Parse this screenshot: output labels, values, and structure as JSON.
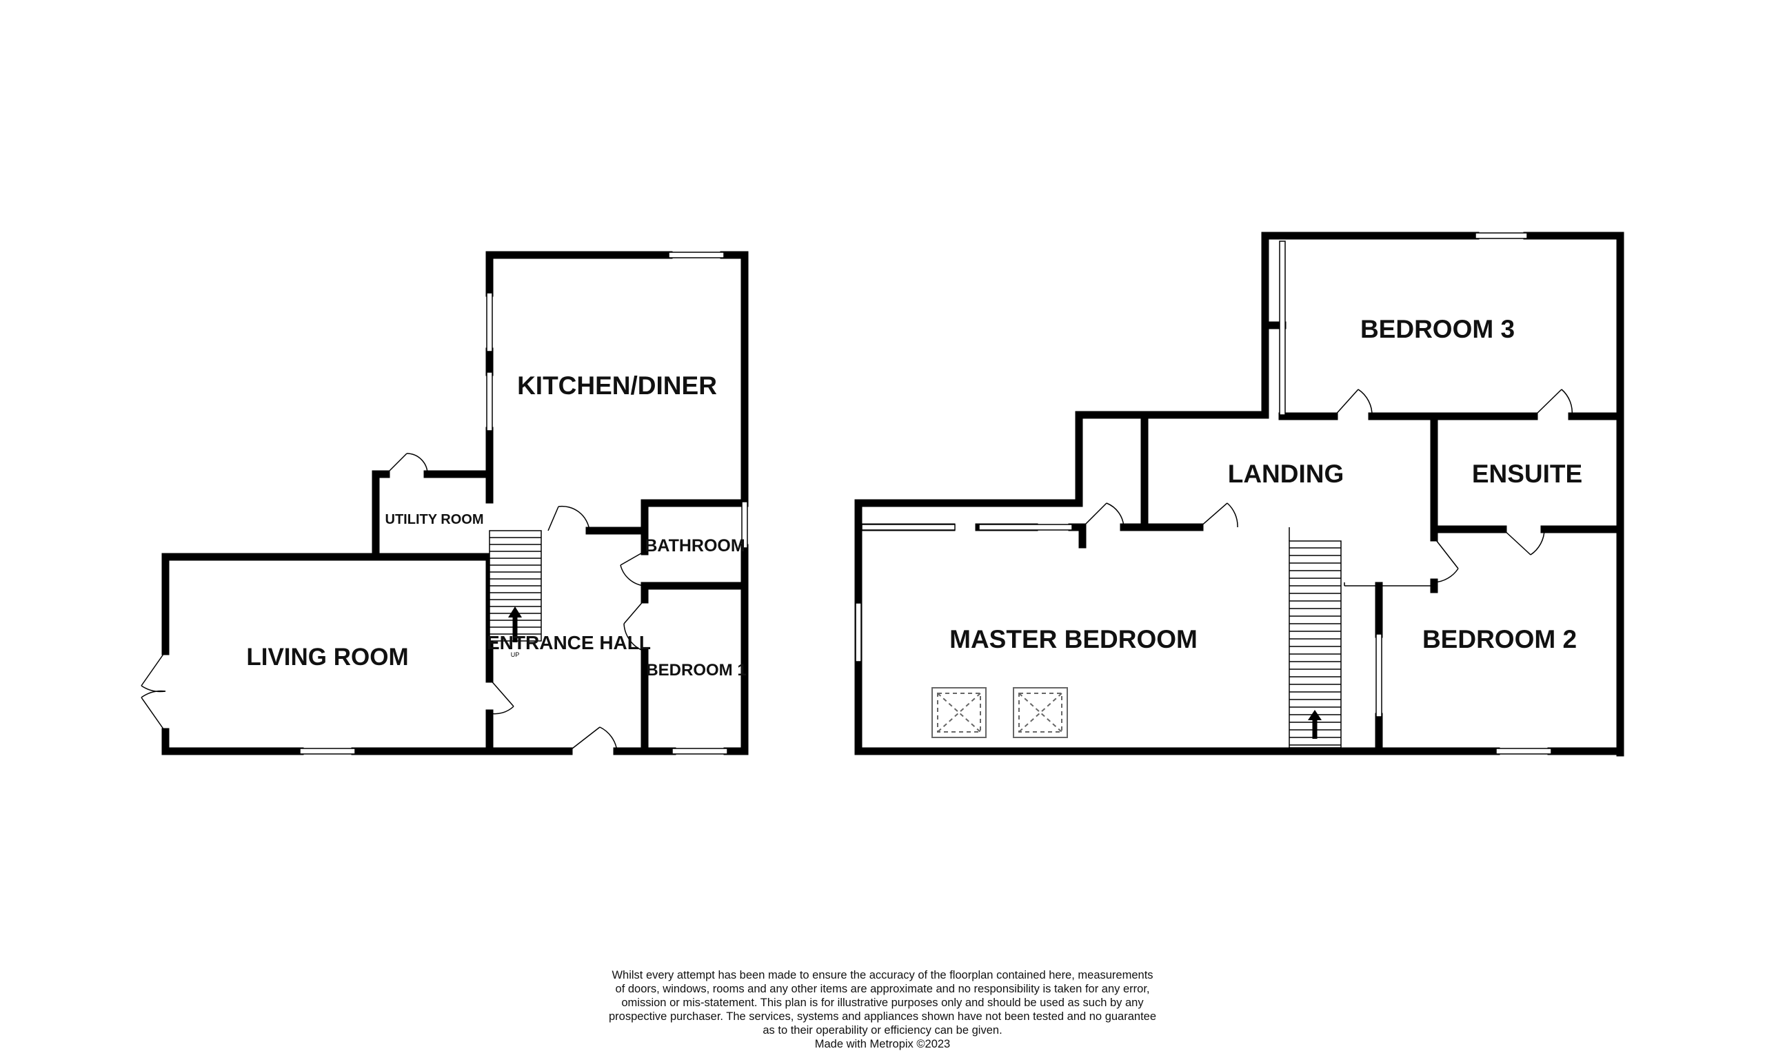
{
  "ground_floor": {
    "rooms": {
      "kitchen": "KITCHEN/DINER",
      "utility": "UTILITY ROOM",
      "bathroom": "BATHROOM",
      "living": "LIVING ROOM",
      "entrance": "ENTRANCE HALL",
      "bedroom": "BEDROOM 1"
    },
    "stairs_label": "UP"
  },
  "first_floor": {
    "rooms": {
      "bedroom3": "BEDROOM 3",
      "landing": "LANDING",
      "ensuite": "ENSUITE",
      "master": "MASTER BEDROOM",
      "bedroom2": "BEDROOM 2"
    }
  },
  "disclaimer": {
    "lines": [
      "Whilst every attempt has been made to ensure the accuracy of the floorplan contained here, measurements",
      "of doors, windows, rooms and any other items are approximate and no responsibility is taken for any error,",
      "omission or mis-statement. This plan is for illustrative purposes only and should be used as such by any",
      "prospective purchaser. The services, systems and appliances shown have not been tested and no guarantee",
      "as to their operability or efficiency can be given."
    ],
    "credit": "Made with Metropix ©2023"
  }
}
